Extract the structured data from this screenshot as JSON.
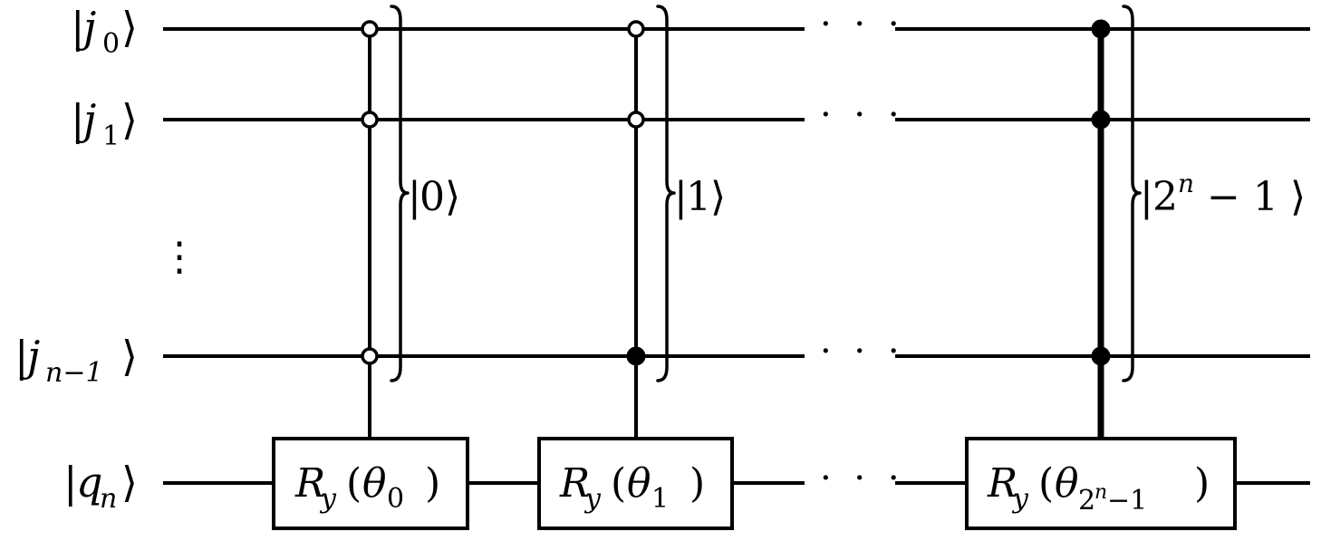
{
  "inputs": [
    {
      "ket_left": "|",
      "var": "j",
      "sub": "0",
      "ket_right": "⟩"
    },
    {
      "ket_left": "|",
      "var": "j",
      "sub": "1",
      "ket_right": "⟩"
    },
    {
      "ket_left": "|",
      "var": "j",
      "sub": "n−1",
      "ket_right": "⟩"
    },
    {
      "ket_left": "|",
      "var": "q",
      "sub": "n",
      "ket_right": "⟩"
    }
  ],
  "vertical_ellipsis": "⋮",
  "horizontal_ellipsis": "· · ·",
  "gates": [
    {
      "op": "R",
      "op_sub": "y",
      "open": "(",
      "angle": "θ",
      "angle_sub": "0",
      "angle_sub_sup": "",
      "angle_sub_tail": "",
      "close": ")"
    },
    {
      "op": "R",
      "op_sub": "y",
      "open": "(",
      "angle": "θ",
      "angle_sub": "1",
      "angle_sub_sup": "",
      "angle_sub_tail": "",
      "close": ")"
    },
    {
      "op": "R",
      "op_sub": "y",
      "open": "(",
      "angle": "θ",
      "angle_sub": "2",
      "angle_sub_sup": "n",
      "angle_sub_tail": "−1",
      "close": ")"
    }
  ],
  "state_labels": [
    {
      "bar": "|",
      "value": "0",
      "sup": "",
      "tail": "",
      "ket": "⟩"
    },
    {
      "bar": "|",
      "value": "1",
      "sup": "",
      "tail": "",
      "ket": "⟩"
    },
    {
      "bar": "|",
      "value": "2",
      "sup": "n",
      "tail": " − 1",
      "ket": "⟩"
    }
  ],
  "controls": [
    [
      "open",
      "open",
      "open"
    ],
    [
      "open",
      "open",
      "closed"
    ],
    [
      "closed",
      "closed",
      "closed"
    ]
  ]
}
